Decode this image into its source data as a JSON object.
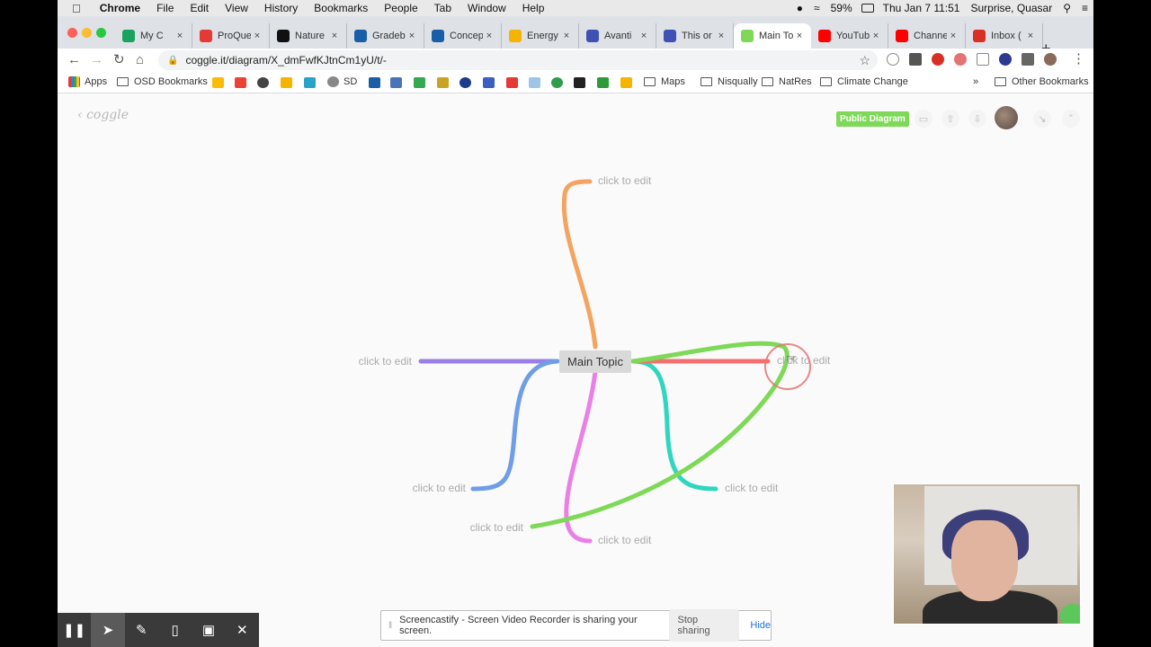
{
  "menubar": {
    "app": "Chrome",
    "items": [
      "File",
      "Edit",
      "View",
      "History",
      "Bookmarks",
      "People",
      "Tab",
      "Window",
      "Help"
    ],
    "battery": "59%",
    "clock": "Thu Jan 7  11:51",
    "user": "Surprise, Quasar"
  },
  "tabs": [
    {
      "title": "My C",
      "color": "#1aa260"
    },
    {
      "title": "ProQue",
      "color": "#e53935"
    },
    {
      "title": "Nature",
      "color": "#111111"
    },
    {
      "title": "Gradeb",
      "color": "#1a5ea8"
    },
    {
      "title": "Concep",
      "color": "#1a5ea8"
    },
    {
      "title": "Energy",
      "color": "#f4b400"
    },
    {
      "title": "Avanti",
      "color": "#3f51b5"
    },
    {
      "title": "This or",
      "color": "#3f51b5"
    },
    {
      "title": "Main To",
      "color": "#7dd957"
    },
    {
      "title": "YouTub",
      "color": "#ff0000"
    },
    {
      "title": "Channe",
      "color": "#ff0000"
    },
    {
      "title": "Inbox (",
      "color": "#d93025"
    }
  ],
  "address": {
    "url": "coggle.it/diagram/X_dmFwfKJtnCm1yU/t/-"
  },
  "bookmarks": {
    "apps": "Apps",
    "items": [
      "OSD Bookmarks",
      "SD",
      "Maps",
      "Nisqually",
      "NatRes",
      "Climate Change"
    ],
    "other": "Other Bookmarks"
  },
  "coggle": {
    "logo": "coggle",
    "badge": "Public Diagram",
    "main_topic": "Main Topic",
    "branch_label": "click to edit",
    "colors": {
      "orange": "#f4a460",
      "purple": "#9b7fe6",
      "blue": "#6f9ee8",
      "pink": "#ea80e6",
      "teal": "#2fd6c0",
      "green": "#7dd957",
      "red": "#f47070"
    }
  },
  "share": {
    "message": "Screencastify - Screen Video Recorder is sharing your screen.",
    "stop": "Stop sharing",
    "hide": "Hide"
  },
  "recorder_tools": [
    "pause-icon",
    "cursor-icon",
    "pen-icon",
    "eraser-icon",
    "camera-icon",
    "close-icon"
  ]
}
